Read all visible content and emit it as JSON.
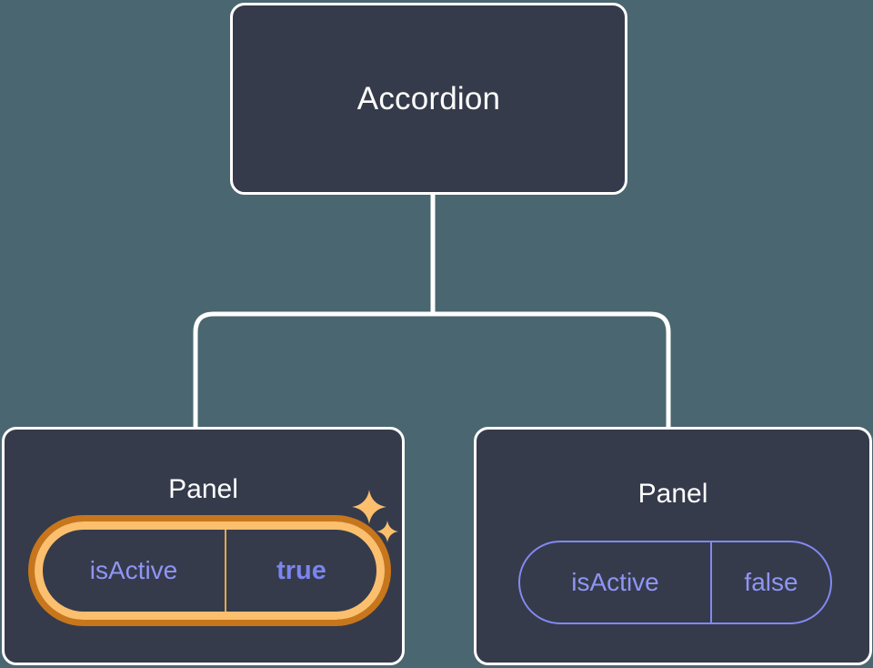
{
  "diagram": {
    "type": "component-tree",
    "background_color": "#4a6670",
    "node_fill_color": "#353b4a",
    "node_border_color": "#ffffff",
    "connector_color": "#ffffff",
    "highlight_color": "#fbbf6e",
    "highlight_glow_color": "#c8761c",
    "prop_text_color": "#8f95f5",
    "prop_value_active_color": "#7c84f0"
  },
  "root": {
    "title": "Accordion"
  },
  "panels": [
    {
      "title": "Panel",
      "prop": {
        "key": "isActive",
        "value": "true"
      },
      "highlighted": true,
      "sparkles": [
        "sparkle-large-icon",
        "sparkle-small-icon"
      ]
    },
    {
      "title": "Panel",
      "prop": {
        "key": "isActive",
        "value": "false"
      },
      "highlighted": false,
      "sparkles": []
    }
  ]
}
